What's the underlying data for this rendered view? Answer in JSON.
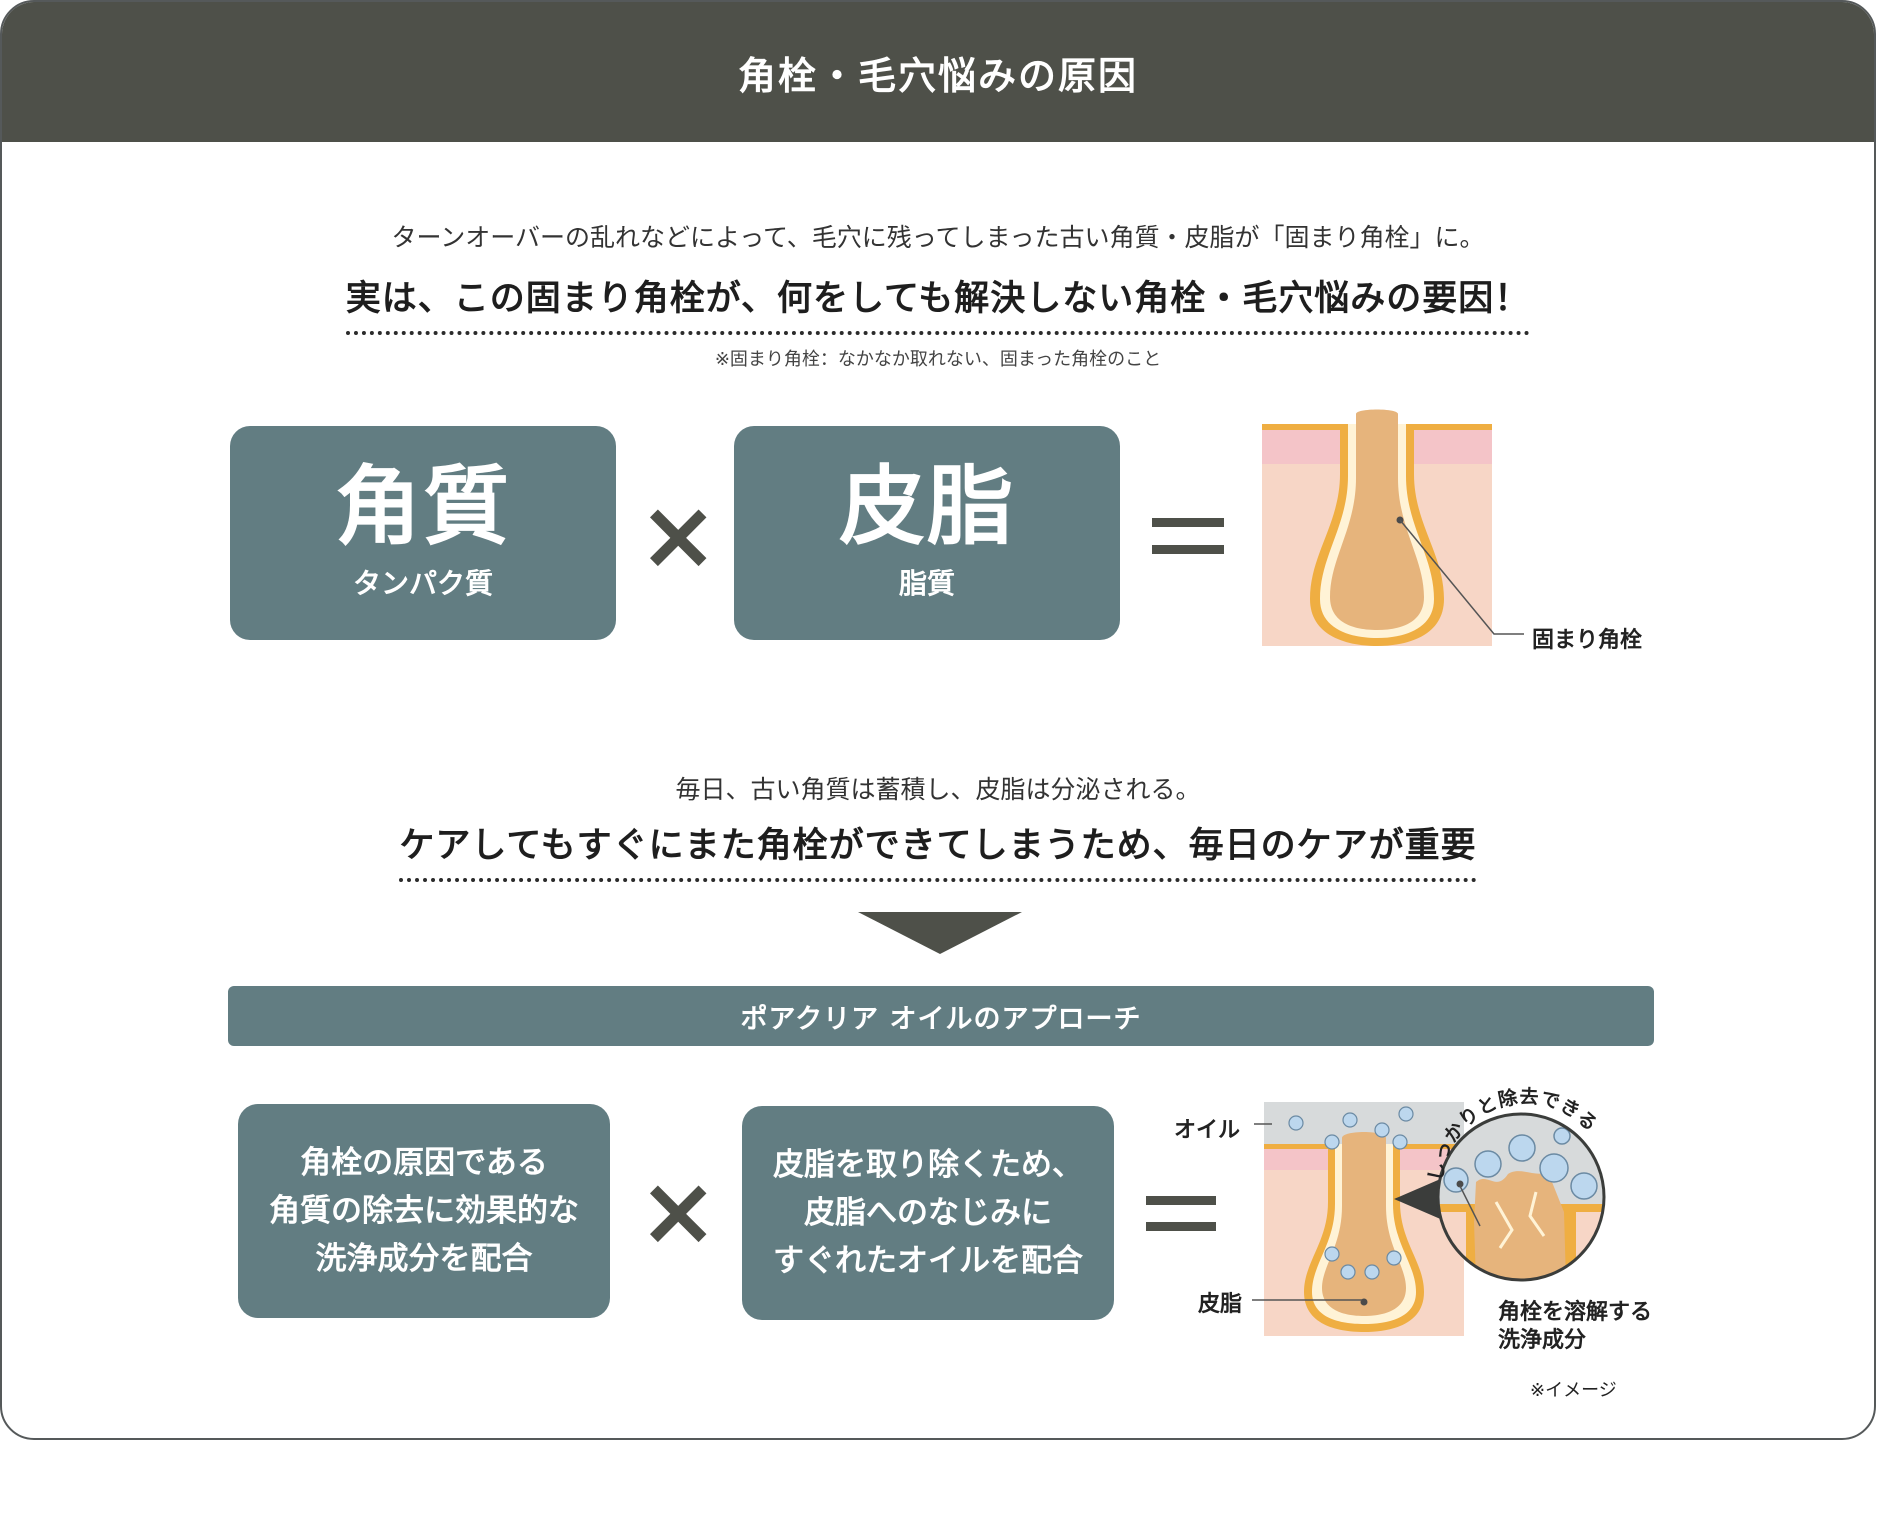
{
  "header": {
    "title": "角栓・毛穴悩みの原因"
  },
  "cause": {
    "intro": "ターンオーバーの乱れなどによって、毛穴に残ってしまった古い角質・皮脂が「固まり角栓」に。",
    "headline": "実は、この固まり角栓が、何をしても解決しない角栓・毛穴悩みの要因！",
    "note": "※固まり角栓：なかなか取れない、固まった角栓のこと",
    "box1": {
      "main": "角質",
      "sub": "タンパク質"
    },
    "box2": {
      "main": "皮脂",
      "sub": "脂質"
    },
    "times_symbol": "×",
    "equals_symbol": "=",
    "illustration_label": "固まり角栓"
  },
  "daily": {
    "intro": "毎日、古い角質は蓄積し、皮脂は分泌される。",
    "headline": "ケアしてもすぐにまた角栓ができてしまうため、毎日のケアが重要"
  },
  "approach": {
    "banner": "ポアクリア オイルのアプローチ",
    "box1_lines": [
      "角栓の原因である",
      "角質の除去に効果的な",
      "洗浄成分を配合"
    ],
    "box2_lines": [
      "皮脂を取り除くため、",
      "皮脂へのなじみに",
      "すぐれたオイルを配合"
    ],
    "label_oil": "オイル",
    "label_sebum": "皮脂",
    "arc_text": "しっかりと除去できる",
    "label_cleanser_lines": [
      "角栓を溶解する",
      "洗浄成分"
    ],
    "image_note": "※イメージ"
  },
  "colors": {
    "header_bg": "#4e5049",
    "box_bg": "#627d82",
    "skin_top": "#f4c4c8",
    "skin_body": "#f7d6c6",
    "follicle_outline": "#efae42",
    "plug_fill": "#e6b47c",
    "oil_layer": "#d7dadb",
    "bubble": "#bcd7ee"
  }
}
